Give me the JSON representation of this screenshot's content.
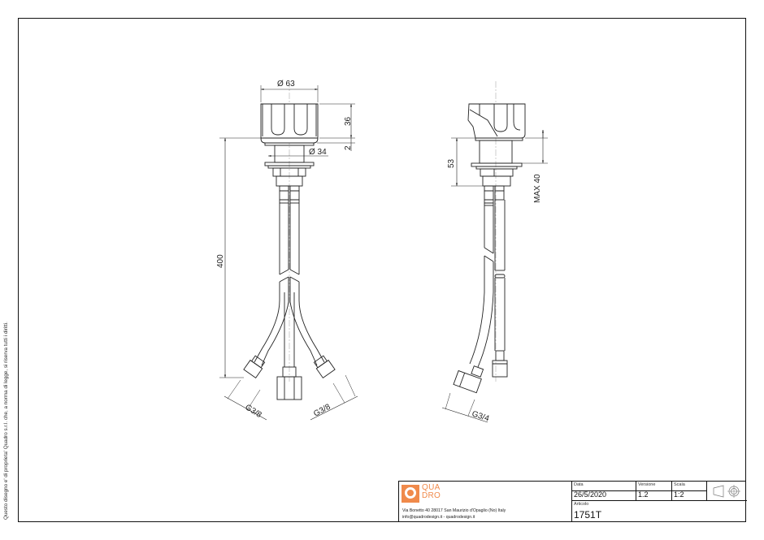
{
  "side_note": "Questo disegno e' di proprieta' Quadro s.r.l. che, a norma di legge, si riserva tutti i diritti.",
  "front_view": {
    "dimensions": {
      "cap_diameter": "Ø 63",
      "cap_height": "36",
      "gap": "2",
      "body_diameter": "Ø 34",
      "hose_length": "400",
      "left_connector": "G3/8",
      "right_connector": "G3/8"
    }
  },
  "side_view": {
    "dimensions": {
      "body_height": "53",
      "max_thickness": "MAX 40",
      "connector": "G3/4"
    }
  },
  "title_block": {
    "company": {
      "logo_line1": "QUA",
      "logo_line2": "DRO",
      "logo_color": "#f08a4b",
      "address": "Via Bonetto 40  28017 San Maurizio d'Opaglio (No) Italy",
      "web": "info@quadrodesign.it  -  quadrodesign.it"
    },
    "date_label": "Data",
    "date_value": "26/5/2020",
    "version_label": "Versione",
    "version_value": "1.2",
    "scale_label": "Scala",
    "scale_value": "1:2",
    "article_label": "Articolo",
    "article_value": "1751T",
    "projection_symbol": "first-angle-projection-icon"
  }
}
